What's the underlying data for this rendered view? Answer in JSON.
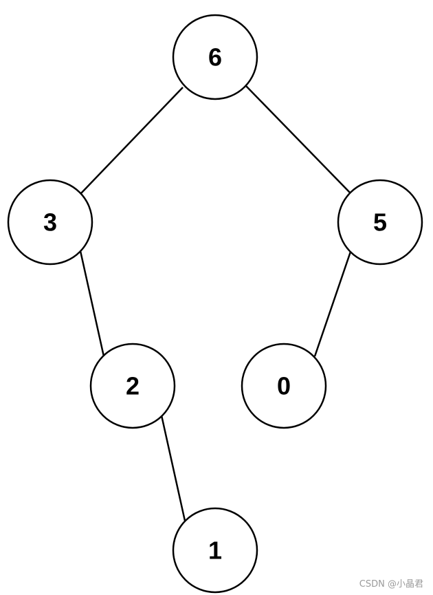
{
  "tree": {
    "nodes": [
      {
        "id": "n6",
        "label": "6"
      },
      {
        "id": "n3",
        "label": "3"
      },
      {
        "id": "n5",
        "label": "5"
      },
      {
        "id": "n2",
        "label": "2"
      },
      {
        "id": "n0",
        "label": "0"
      },
      {
        "id": "n1",
        "label": "1"
      }
    ],
    "edges": [
      {
        "from": "n6",
        "to": "n3"
      },
      {
        "from": "n6",
        "to": "n5"
      },
      {
        "from": "n3",
        "to": "n2"
      },
      {
        "from": "n5",
        "to": "n0"
      },
      {
        "from": "n2",
        "to": "n1"
      }
    ],
    "colors": {
      "stroke": "#000000",
      "fill": "#ffffff",
      "text": "#000000"
    }
  },
  "watermark": {
    "text": "CSDN @小晶君"
  }
}
